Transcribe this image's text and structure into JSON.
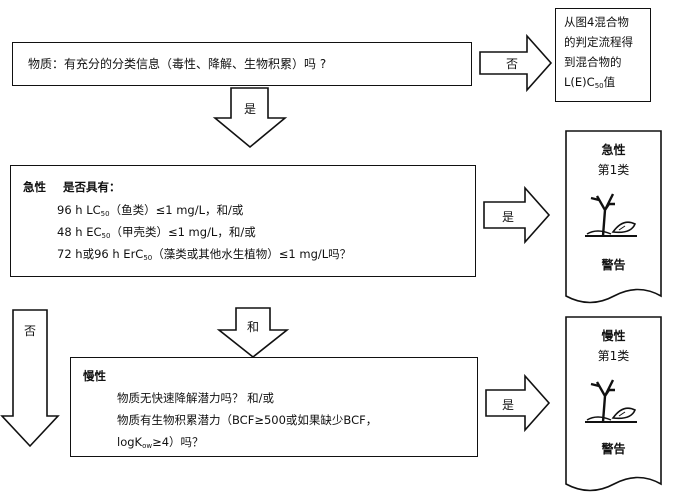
{
  "question1": {
    "text": "物质：有充分的分类信息（毒性、降解、生物积累）吗 ?"
  },
  "result_box": {
    "line1": "从图4混合物",
    "line2": "的判定流程得",
    "line3": "到混合物的",
    "line4": "L(E)C",
    "line4_sub": "50",
    "line4_end": "值"
  },
  "arrows": {
    "no_top": "否",
    "yes_mid": "是",
    "yes_right1": "是",
    "no_left": "否",
    "and_mid": "和",
    "yes_right2": "是"
  },
  "acute": {
    "title": "急性",
    "question": "是否具有：",
    "line1_pre": "96 h LC",
    "line1_sub": "50",
    "line1_post": "（鱼类）≤1 mg/L，和/或",
    "line2_pre": "48 h EC",
    "line2_sub": "50",
    "line2_post": "（甲壳类）≤1 mg/L，和/或",
    "line3_pre": "72 h或96 h ErC",
    "line3_sub": "50",
    "line3_post": "（藻类或其他水生植物）≤1 mg/L吗？"
  },
  "chronic": {
    "title": "慢性",
    "line1": "物质无快速降解潜力吗？ 和/或",
    "line2": "物质有生物积累潜力（BCF≥500或如果缺少BCF，",
    "line3": "logK",
    "line3_sub": "ow",
    "line3_post": "≥4）吗？"
  },
  "label_acute": {
    "title": "急性",
    "category": "第1类",
    "signal": "警告"
  },
  "label_chronic": {
    "title": "慢性",
    "category": "第1类",
    "signal": "警告"
  }
}
